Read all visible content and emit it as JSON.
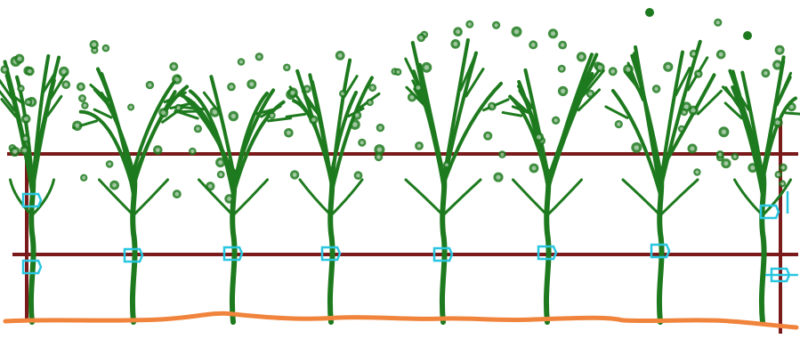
{
  "colors": {
    "background": "#ffffff",
    "wire": "#7a1a1a",
    "trunk": "#1e7a1e",
    "leaf": "#1e7a1e",
    "bud": "#2f8a2f",
    "tie": "#29c6e0",
    "ground": "#f0843c"
  },
  "scene": {
    "plant_count": 8,
    "wire_count": 2,
    "post_count": 2
  }
}
